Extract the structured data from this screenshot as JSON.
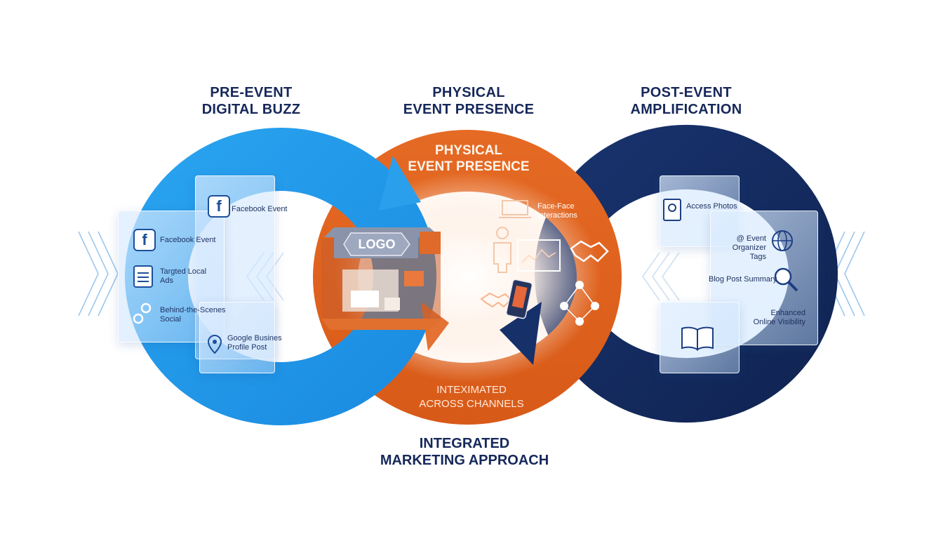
{
  "columns": {
    "pre": {
      "line1": "PRE-EVENT",
      "line2": "DIGITAL BUZZ",
      "color": "#1e97e6"
    },
    "physical": {
      "line1": "PHYSICAL",
      "line2": "EVENT PRESENCE",
      "color": "#e0641f"
    },
    "post": {
      "line1": "POST-EVENT",
      "line2": "AMPLIFICATION",
      "color": "#132a5c"
    }
  },
  "center_ring": {
    "title1": "PHYSICAL",
    "title2": "EVENT PRESENCE",
    "sub1": "INTEXIMATED",
    "sub2": "ACROSS CHANNELS",
    "booth_logo": "LOGO"
  },
  "bottom": {
    "line1": "INTEGRATED",
    "line2": "MARKETING APPROACH"
  },
  "pre_items": [
    {
      "label": "Facebook Event",
      "icon": "facebook-icon"
    },
    {
      "label1": "Targted Local",
      "label2": "Ads",
      "icon": "list-icon"
    },
    {
      "label1": "Behind-the-Scenes",
      "label2": "Social",
      "icon": "share-icon"
    },
    {
      "label": "Facebook Event",
      "icon": "facebook-icon"
    },
    {
      "label1": "Google Busines",
      "label2": "Profile Post",
      "icon": "map-pin-icon"
    }
  ],
  "physical_items": [
    {
      "label1": "Face-Face",
      "label2": "Interactions",
      "icon": "laptop-icon"
    }
  ],
  "post_items": [
    {
      "label": "Access Photos",
      "icon": "photo-icon"
    },
    {
      "label1": "@ Event",
      "label2": "Organizer Tags",
      "icon": "globe-icon"
    },
    {
      "label": "Blog Post Summary",
      "icon": "search-icon"
    },
    {
      "label1": "Enhanced",
      "label2": "Online Visibility",
      "icon": "book-icon"
    }
  ]
}
